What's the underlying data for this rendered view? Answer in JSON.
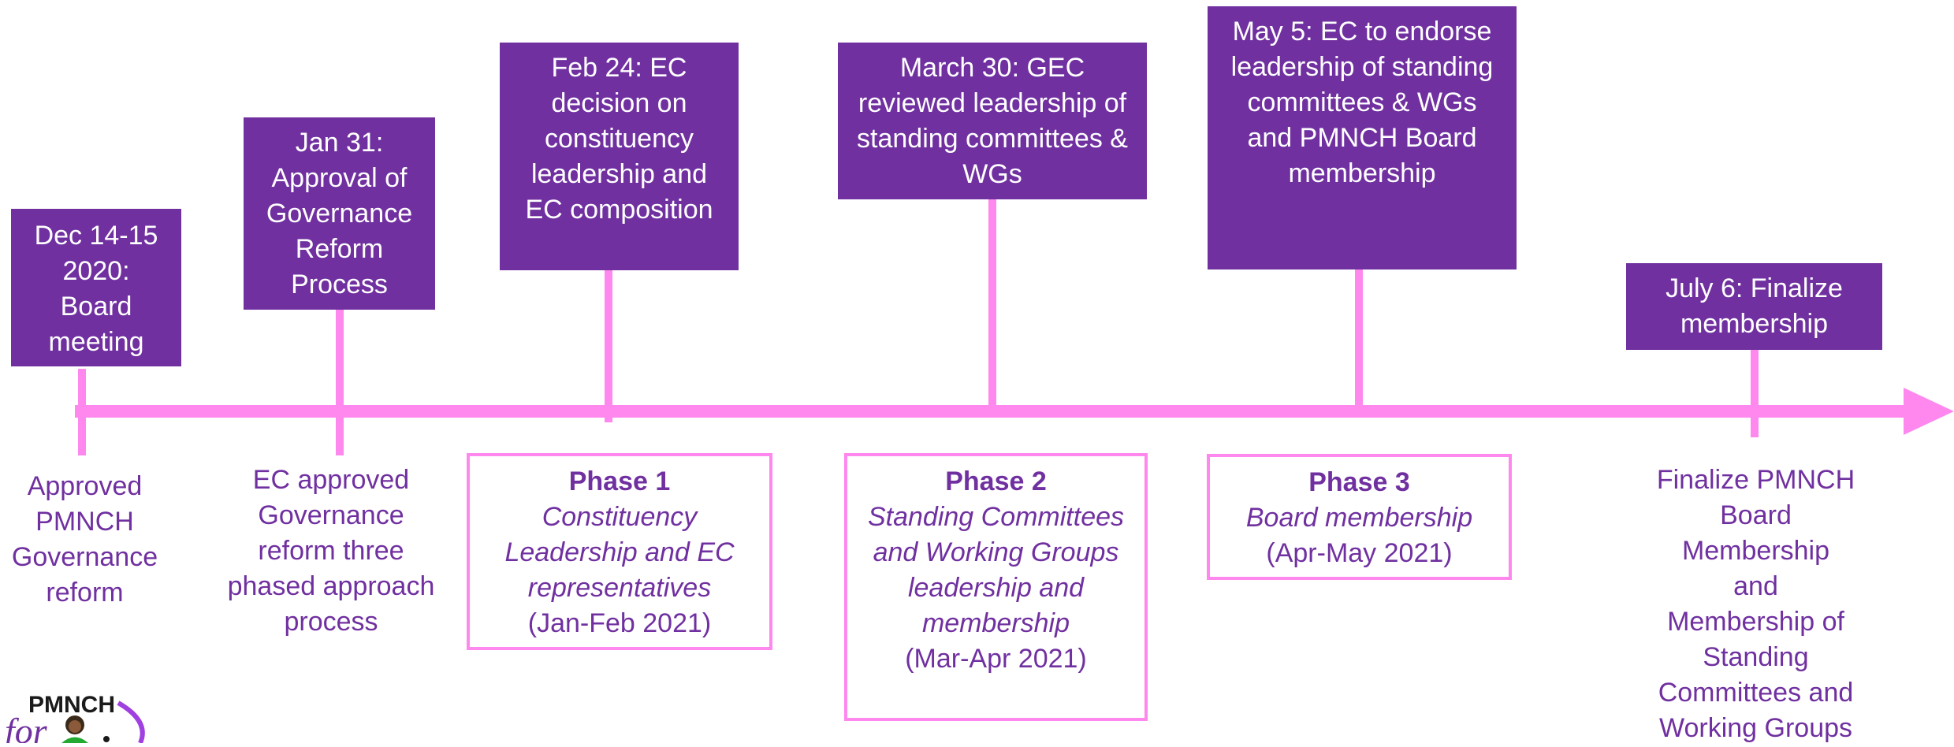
{
  "timeline": {
    "milestones": [
      {
        "lines": [
          "Dec 14-15",
          "2020:",
          "Board",
          "meeting"
        ]
      },
      {
        "lines": [
          "Jan 31:",
          "Approval of",
          "Governance",
          "Reform",
          "Process"
        ]
      },
      {
        "lines": [
          "Feb 24: EC",
          "decision on",
          "constituency",
          "leadership and",
          "EC composition"
        ]
      },
      {
        "lines": [
          "March 30: GEC",
          "reviewed leadership of",
          "standing committees &",
          "WGs"
        ]
      },
      {
        "lines": [
          "May 5: EC to endorse",
          "leadership of standing",
          "committees & WGs",
          "and PMNCH Board",
          "membership"
        ]
      },
      {
        "lines": [
          "July 6: Finalize",
          "membership"
        ]
      }
    ],
    "notes": [
      {
        "lines": [
          "Approved",
          "PMNCH",
          "Governance",
          "reform"
        ]
      },
      {
        "lines": [
          "EC approved",
          "Governance",
          "reform three",
          "phased approach",
          "process"
        ]
      },
      {
        "lines": [
          "Finalize PMNCH",
          "Board",
          "Membership",
          "and",
          "Membership of",
          "Standing",
          "Committees and",
          "Working Groups"
        ]
      }
    ],
    "phases": [
      {
        "title": "Phase 1",
        "desc": [
          "Constituency",
          "Leadership and EC",
          "representatives"
        ],
        "dates": "(Jan-Feb 2021)"
      },
      {
        "title": "Phase 2",
        "desc": [
          "Standing Committees",
          "and Working Groups",
          "leadership and",
          "membership"
        ],
        "dates": "(Mar-Apr 2021)"
      },
      {
        "title": "Phase 3",
        "desc": [
          "Board membership"
        ],
        "dates": "(Apr-May 2021)"
      }
    ]
  },
  "logo": {
    "text_top": "PMNCH",
    "text_for": "for"
  },
  "colors": {
    "box": "#7030a0",
    "line": "#ff88ee",
    "text": "#7030a0"
  }
}
